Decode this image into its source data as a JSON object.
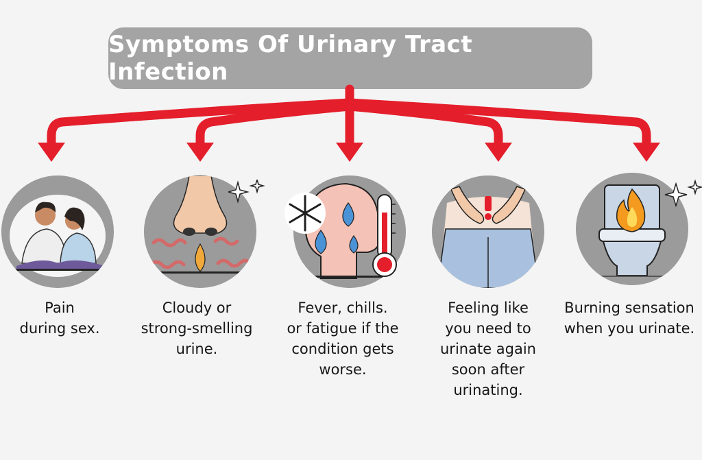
{
  "title": "Symptoms Of Urinary Tract Infection",
  "colors": {
    "arrow": "#e41e2b",
    "title_bg": "#a4a4a4",
    "circle_bg": "#9b9b9b",
    "caption_text": "#161616"
  },
  "symptoms": [
    {
      "icon": "couple-icon",
      "text": "Pain\nduring sex."
    },
    {
      "icon": "nose-smell-icon",
      "text": "Cloudy or\nstrong-smelling\nurine."
    },
    {
      "icon": "fever-thermometer-icon",
      "text": "Fever, chills.\nor fatigue if the\ncondition gets\nworse."
    },
    {
      "icon": "pelvic-pain-icon",
      "text": "Feeling like\nyou need to\nurinate again\nsoon after\nurinating."
    },
    {
      "icon": "burning-toilet-icon",
      "text": "Burning sensation\nwhen you urinate."
    }
  ]
}
